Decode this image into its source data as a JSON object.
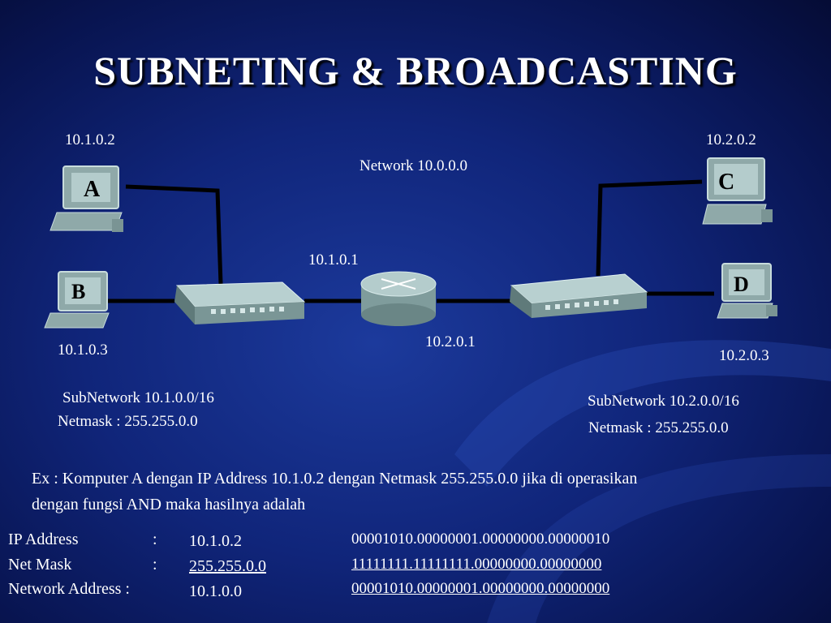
{
  "title": "SUBNETING & BROADCASTING",
  "network_label": "Network 10.0.0.0",
  "computers": [
    {
      "letter": "A",
      "ip": "10.1.0.2"
    },
    {
      "letter": "B",
      "ip": "10.1.0.3"
    },
    {
      "letter": "C",
      "ip": "10.2.0.2"
    },
    {
      "letter": "D",
      "ip": "10.2.0.3"
    }
  ],
  "router": {
    "ip_left": "10.1.0.1",
    "ip_right": "10.2.0.1"
  },
  "subnets": [
    {
      "subnetwork": "SubNetwork 10.1.0.0/16",
      "netmask": "Netmask : 255.255.0.0"
    },
    {
      "subnetwork": "SubNetwork 10.2.0.0/16",
      "netmask": "Netmask : 255.255.0.0"
    }
  ],
  "example": {
    "line1": "Ex : Komputer A dengan IP Address 10.1.0.2 dengan Netmask 255.255.0.0 jika di operasikan",
    "line2": "dengan fungsi AND maka hasilnya adalah"
  },
  "calc": {
    "rows": [
      {
        "label": "IP Address",
        "sep": ":",
        "decimal": "10.1.0.2",
        "binary": "00001010.00000001.00000000.00000010"
      },
      {
        "label": "Net Mask",
        "sep": ":",
        "decimal": "255.255.0.0",
        "binary": "11111111.11111111.00000000.00000000"
      },
      {
        "label": "Network Address :",
        "sep": "",
        "decimal": "10.1.0.0",
        "binary": "00001010.00000001.00000000.00000000"
      }
    ]
  },
  "colors": {
    "background": "#10257a",
    "text": "#ffffff",
    "cable": "#000000",
    "device": "#9fb8b8"
  }
}
